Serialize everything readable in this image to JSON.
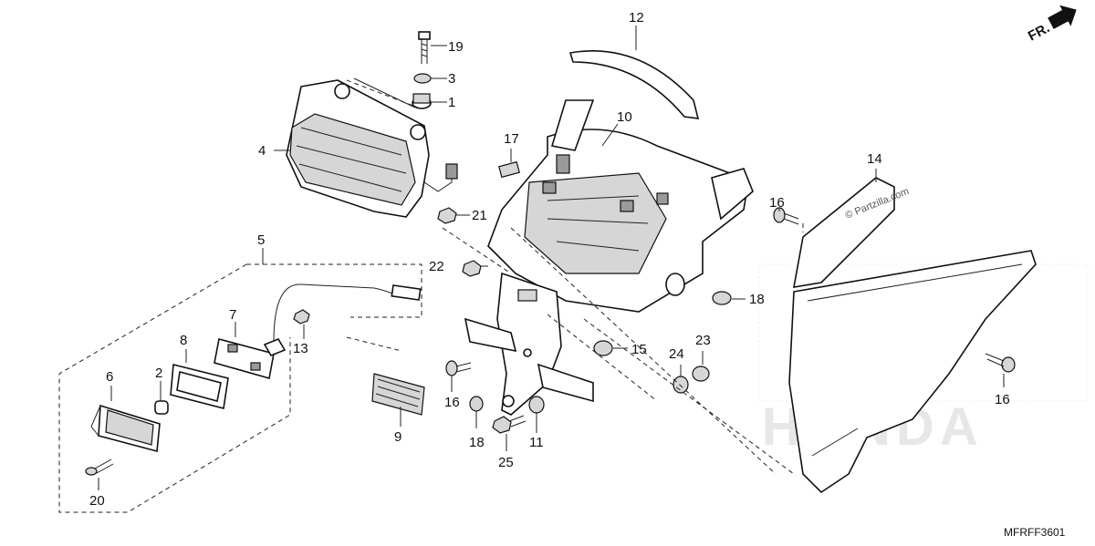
{
  "diagram": {
    "direction_indicator": "FR.",
    "diagram_code": "MFRFF3601",
    "watermark": "© Partzilla.com",
    "background_logo": "HONDA",
    "callouts": [
      {
        "id": "c19a",
        "label": "19"
      },
      {
        "id": "c3",
        "label": "3"
      },
      {
        "id": "c1",
        "label": "1"
      },
      {
        "id": "c4",
        "label": "4"
      },
      {
        "id": "c12",
        "label": "12"
      },
      {
        "id": "c10",
        "label": "10"
      },
      {
        "id": "c17",
        "label": "17"
      },
      {
        "id": "c21",
        "label": "21"
      },
      {
        "id": "c22",
        "label": "22"
      },
      {
        "id": "c5",
        "label": "5"
      },
      {
        "id": "c7",
        "label": "7"
      },
      {
        "id": "c8",
        "label": "8"
      },
      {
        "id": "c13",
        "label": "13"
      },
      {
        "id": "c6",
        "label": "6"
      },
      {
        "id": "c2",
        "label": "2"
      },
      {
        "id": "c9",
        "label": "9"
      },
      {
        "id": "c16a",
        "label": "16"
      },
      {
        "id": "c18a",
        "label": "18"
      },
      {
        "id": "c25",
        "label": "25"
      },
      {
        "id": "c11",
        "label": "11"
      },
      {
        "id": "c15",
        "label": "15"
      },
      {
        "id": "c24",
        "label": "24"
      },
      {
        "id": "c23",
        "label": "23"
      },
      {
        "id": "c18b",
        "label": "18"
      },
      {
        "id": "c14",
        "label": "14"
      },
      {
        "id": "c16b",
        "label": "16"
      },
      {
        "id": "c16c",
        "label": "16"
      },
      {
        "id": "c20",
        "label": "20"
      }
    ]
  }
}
